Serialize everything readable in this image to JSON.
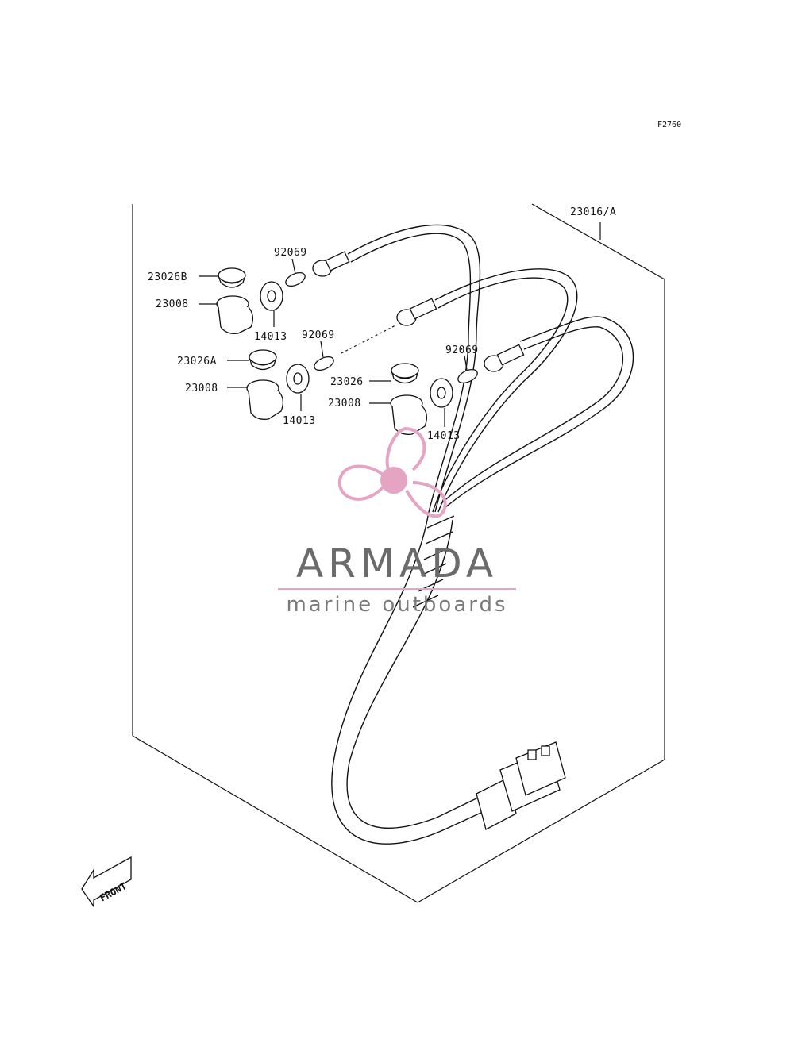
{
  "figure_code": "F2760",
  "parts": {
    "harness": "23016/A",
    "cap_b": "23026B",
    "socket_1": "23008",
    "grommet_1": "14013",
    "bulb_1": "92069",
    "bulb_2": "92069",
    "cap_a": "23026A",
    "socket_2": "23008",
    "grommet_2": "14013",
    "bulb_3": "92069",
    "cap_plain": "23026",
    "socket_3": "23008",
    "grommet_3": "14013"
  },
  "watermark": {
    "brand": "ARMADA",
    "tagline": "marine outboards",
    "accent_color": "#e6a4c4"
  },
  "front_marker": "FRONT"
}
